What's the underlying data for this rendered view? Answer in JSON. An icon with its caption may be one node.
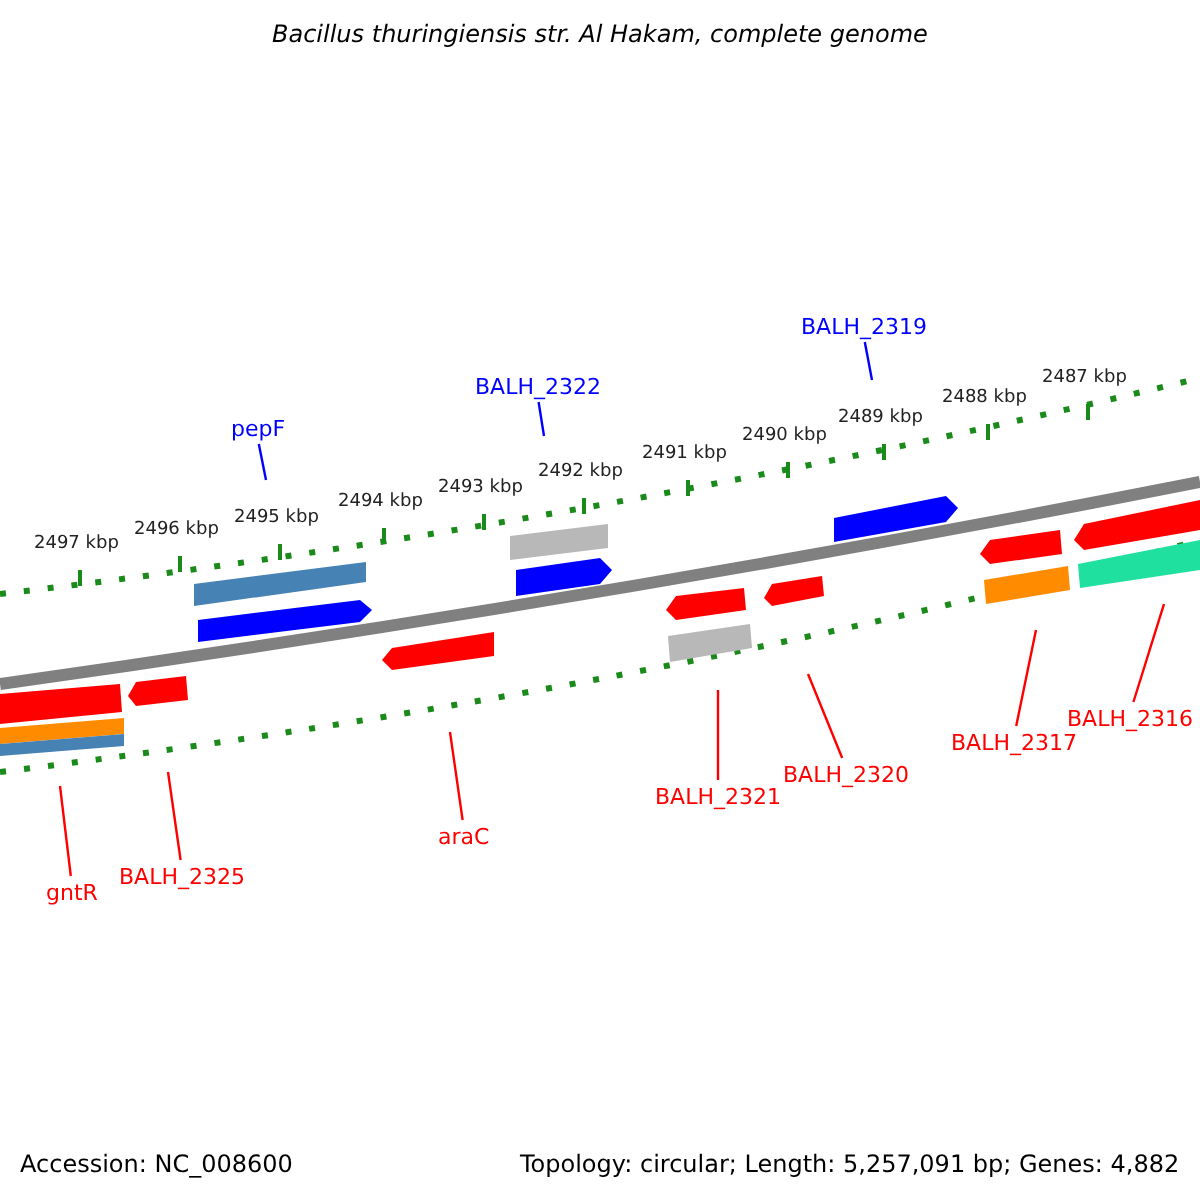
{
  "diagram": {
    "title": "Bacillus thuringiensis str. Al Hakam, complete genome",
    "nodes": [
      {
        "text": [
          "pepF"
        ]
      },
      {
        "text": [
          "BALH_2322"
        ]
      },
      {
        "text": [
          "BALH_2319"
        ]
      },
      {
        "text": [
          "gntR"
        ]
      },
      {
        "text": [
          "BALH_2325"
        ]
      },
      {
        "text": [
          "araC"
        ]
      },
      {
        "text": [
          "BALH_2321"
        ]
      },
      {
        "text": [
          "BALH_2320"
        ]
      },
      {
        "text": [
          "BALH_2317"
        ]
      },
      {
        "text": [
          "BALH_2316"
        ]
      }
    ],
    "edges": [
      {
        "from": 0,
        "to": null,
        "arrow": "none",
        "color": "#0000ff"
      },
      {
        "from": 1,
        "to": null,
        "arrow": "none",
        "color": "#0000ff"
      },
      {
        "from": 2,
        "to": null,
        "arrow": "none",
        "color": "#0000ff"
      },
      {
        "from": 3,
        "to": null,
        "arrow": "none"
      },
      {
        "from": 4,
        "to": null,
        "arrow": "none"
      },
      {
        "from": 5,
        "to": null,
        "arrow": "none"
      },
      {
        "from": 6,
        "to": null,
        "arrow": "none"
      },
      {
        "from": 7,
        "to": null,
        "arrow": "none"
      },
      {
        "from": 8,
        "to": null,
        "arrow": "none"
      },
      {
        "from": 9,
        "to": null,
        "arrow": "none"
      }
    ],
    "labels": [
      "2497 kbp",
      "2496 kbp",
      "2495 kbp",
      "2494 kbp",
      "2493 kbp",
      "2492 kbp",
      "2491 kbp",
      "2490 kbp",
      "2489 kbp",
      "2488 kbp",
      "2487 kbp",
      "Accession: NC_008600",
      "Topology: circular; Length: 5,257,091 bp; Genes: 4,882"
    ]
  }
}
